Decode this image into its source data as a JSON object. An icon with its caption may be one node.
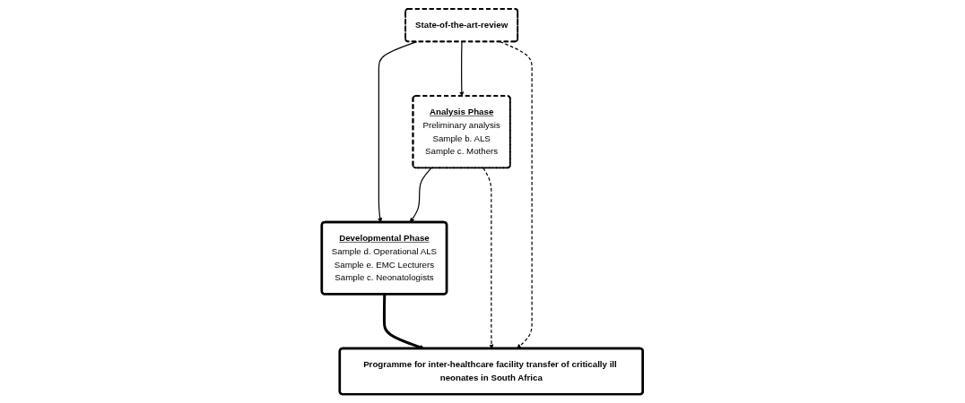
{
  "diagram": {
    "nodes": [
      {
        "text": [
          "State-of-the-art-review"
        ]
      },
      {
        "text": [
          "Developmental Phase",
          "Sample d. Operational ALS",
          "Sample e. EMC Lecturers",
          "Sample c. Neonatologists"
        ]
      },
      {
        "text": [
          "Analysis Phase",
          "Preliminary analysis",
          "Sample b. ALS",
          "Sample c. Mothers"
        ]
      },
      {
        "text": [
          "Programme for inter-healthcare facility transfer of critically ill neonates in South Africa"
        ]
      }
    ],
    "edges": [
      {
        "from": 0,
        "to": 1,
        "arrow": "to"
      },
      {
        "from": 0,
        "to": 2,
        "arrow": "to"
      },
      {
        "from": 0,
        "to": 3,
        "arrow": "to",
        "style": "dashed"
      },
      {
        "from": 2,
        "to": 1,
        "arrow": "to"
      },
      {
        "from": 2,
        "to": 3,
        "arrow": "to",
        "style": "dashed"
      },
      {
        "from": 1,
        "to": 3,
        "arrow": "to",
        "style": "thick"
      }
    ]
  }
}
